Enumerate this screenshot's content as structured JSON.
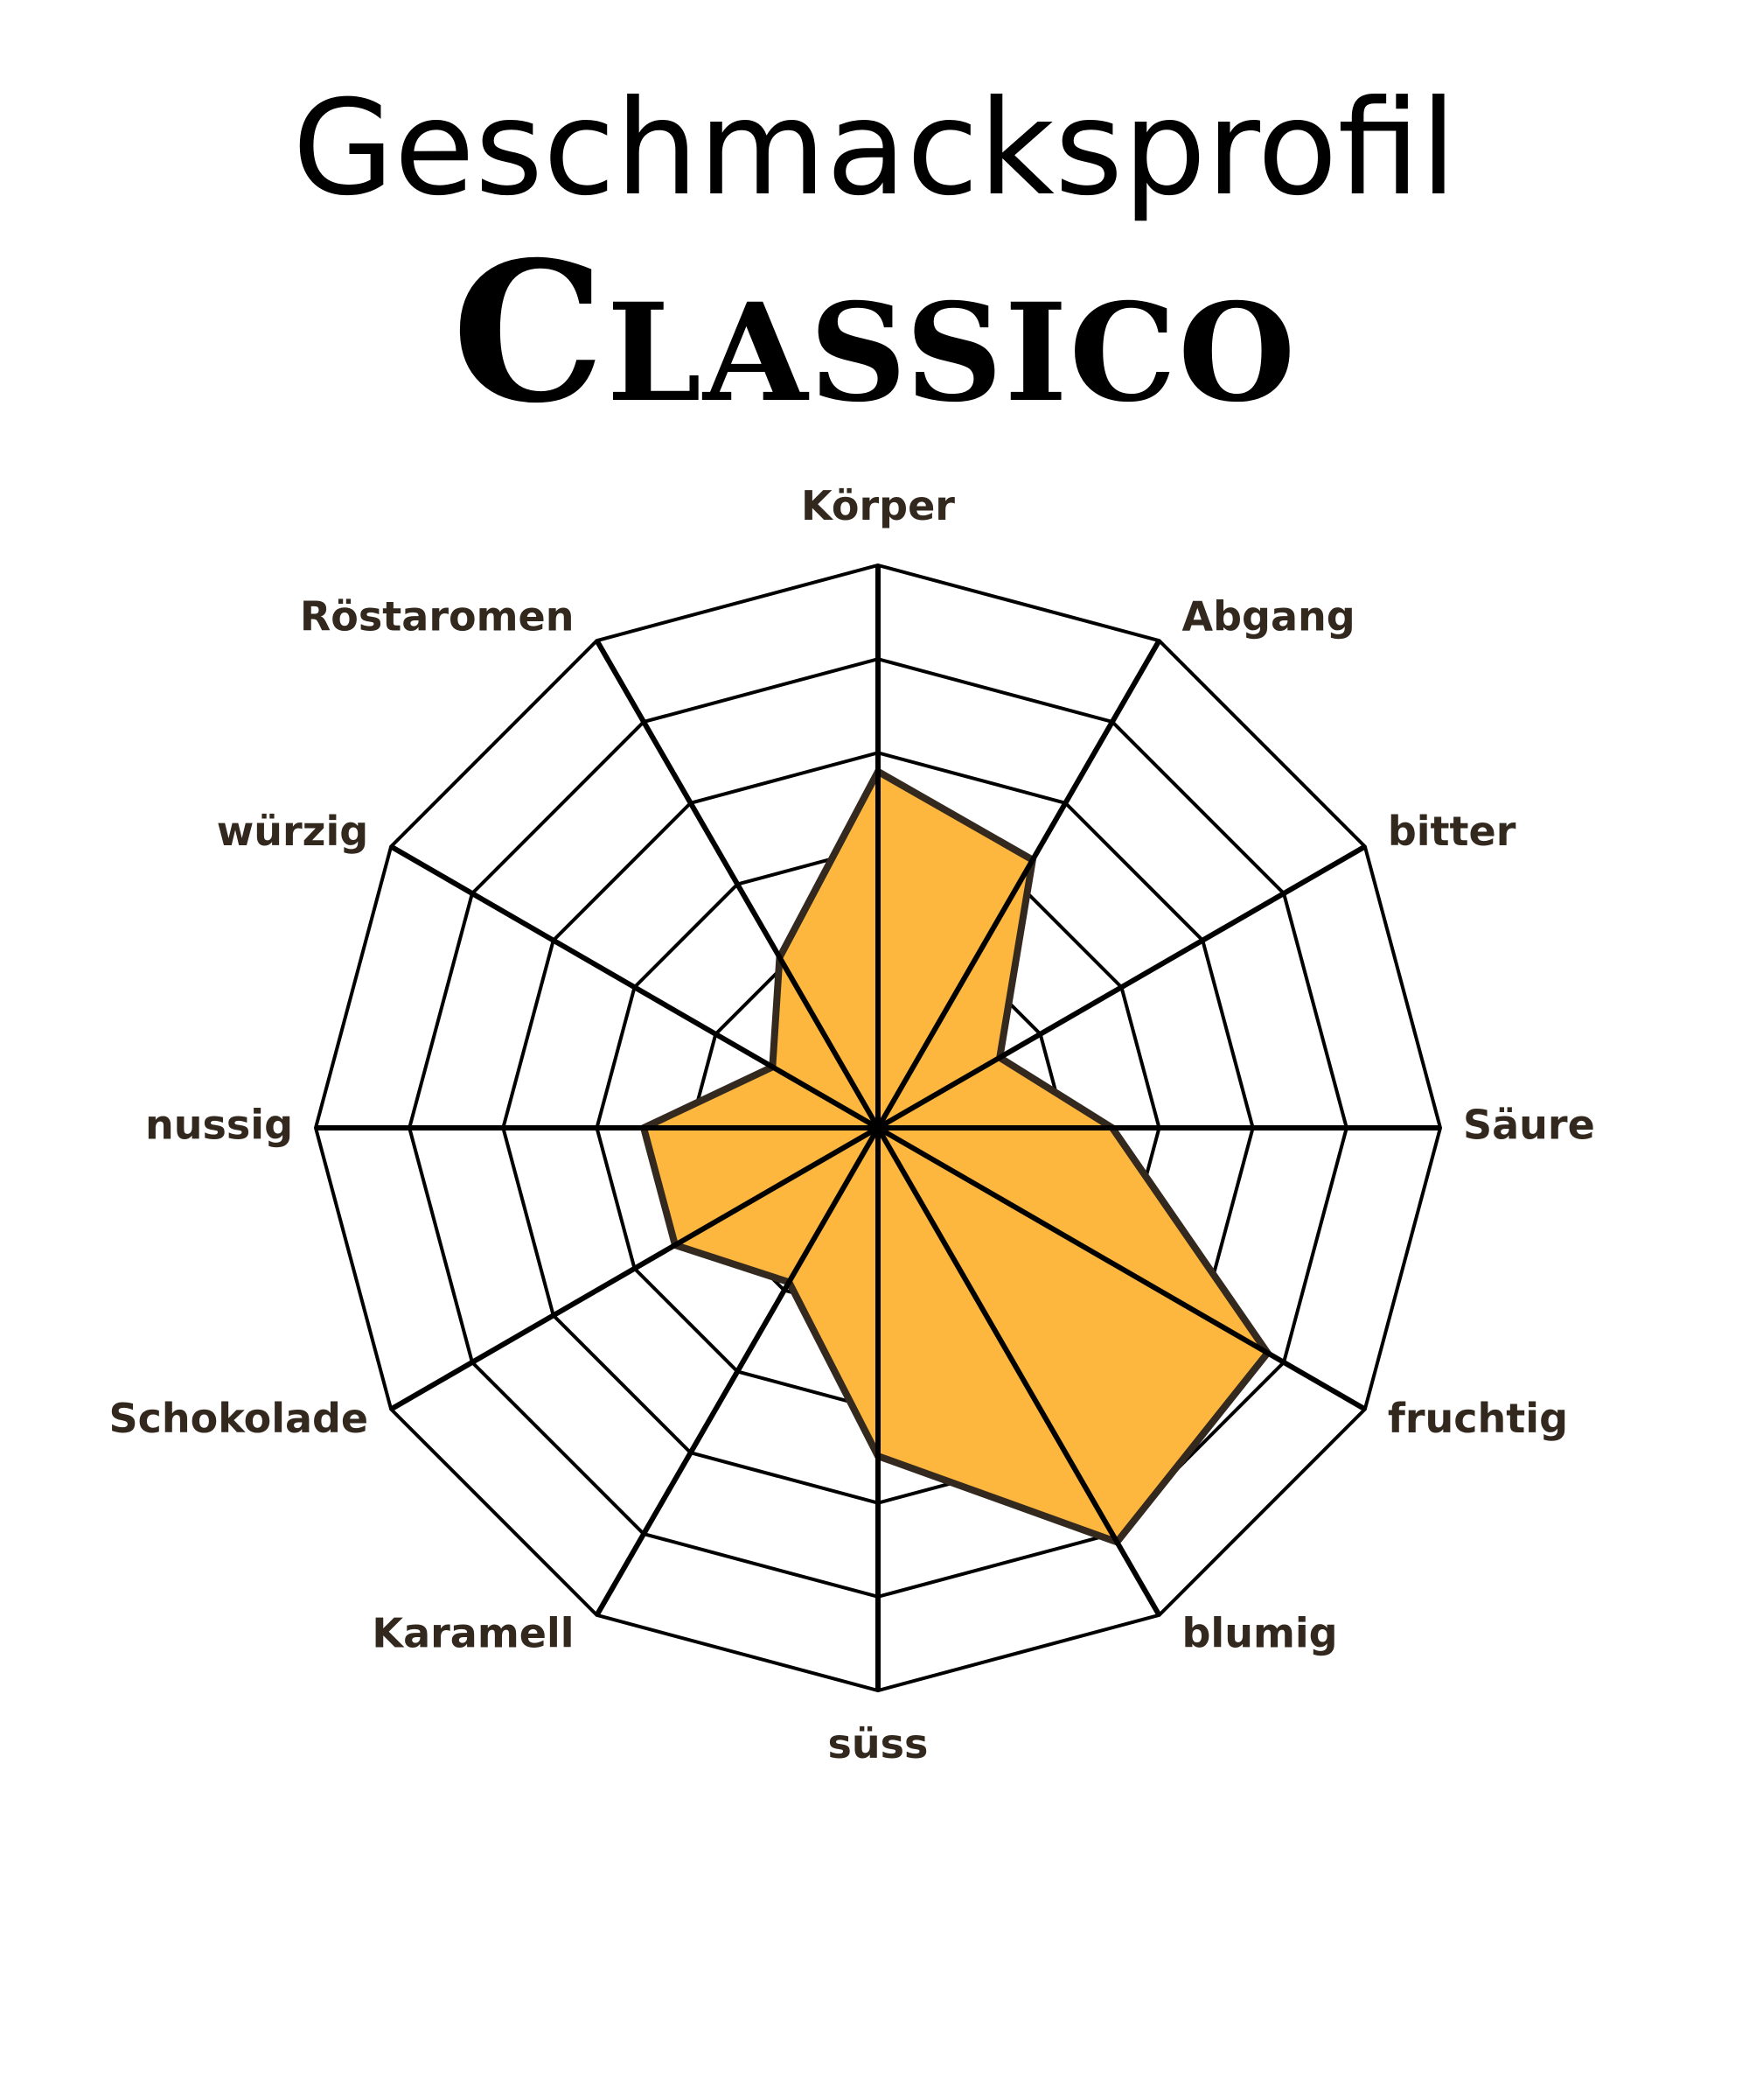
{
  "chart_data": {
    "type": "radar",
    "title": "Geschmacksprofil",
    "subtitle": "Classico",
    "axes": [
      "Körper",
      "Abgang",
      "bitter",
      "Säure",
      "fruchtig",
      "blumig",
      "süss",
      "Karamell",
      "Schokolade",
      "nussig",
      "würzig",
      "Röstaromen"
    ],
    "values": [
      3.8,
      3.3,
      1.5,
      2.5,
      4.8,
      5.1,
      3.5,
      1.9,
      2.5,
      2.5,
      1.3,
      2.1
    ],
    "rmax": 6,
    "rings": 6,
    "fill_color": "#FDB73E",
    "stroke_color": "#33291F",
    "grid_color": "#000000",
    "label_color": "#33281E",
    "legend": "none"
  }
}
